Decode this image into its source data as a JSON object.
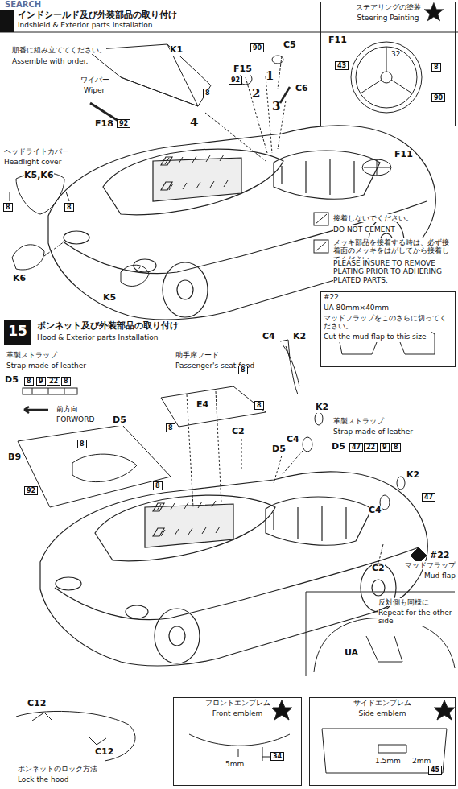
{
  "diagram": {
    "nodes": [
      {
        "text": [
          "ステアリングの塗装",
          "Steering Painting"
        ]
      },
      {
        "text": [
          "#22",
          "UA 80mm×40mm",
          "マッドフラップをこのさらに切ってください。",
          "Cut the mud flap to this size"
        ]
      },
      {
        "text": [
          "15"
        ]
      },
      {
        "text": [
          "フロントエンブレム",
          "Front emblem"
        ]
      },
      {
        "text": [
          "サイドエンブレム",
          "Side emblem"
        ]
      }
    ],
    "labels": [
      "インドシールド及び外装部品の取り付け",
      "indshield & Exterior parts Installation",
      "SEARCH",
      "順番に組み立ててください。",
      "Assemble with order.",
      "K1",
      "ワイパー",
      "Wiper",
      "8",
      "F18",
      "92",
      "4",
      "90",
      "C5",
      "F15",
      "92",
      "1",
      "2",
      "C6",
      "3",
      "F11",
      "32",
      "43",
      "8",
      "90",
      "F11",
      "ヘッドライトカバー",
      "Headlight cover",
      "K5,K6",
      "8",
      "8",
      "K6",
      "K5",
      "接着しないでください。",
      "DO NOT CEMENT",
      "メッキ部品を接着する時は、必ず接着面のメッキをはがしてから接着してください。",
      "PLEASE INSURE TO REMOVE PLATING PRIOR TO ADHERING PLATED PARTS.",
      "ボンネット及び外装部品の取り付け",
      "Hood & Exterior parts Installation",
      "C4",
      "K2",
      "革製ストラップ",
      "Strap made of leather",
      "D5",
      "8",
      "9",
      "22",
      "8",
      "前方向",
      "FORWORD",
      "助手席フード",
      "Passenger's seat food",
      "8",
      "E4",
      "8",
      "8",
      "D5",
      "8",
      "8",
      "B9",
      "92",
      "C2",
      "D5",
      "K2",
      "C4",
      "革製ストラップ",
      "Strap made of leather",
      "D5",
      "47",
      "22",
      "9",
      "8",
      "K2",
      "C4",
      "47",
      "C2",
      "#22",
      "マッドフラップ",
      "Mud flap",
      "反対側も同様に",
      "Repeat for the other side",
      "UA",
      "C12",
      "C12",
      "ボンネットのロック方法",
      "Lock the hood",
      "5mm",
      "34",
      "1.5mm",
      "2mm",
      "45"
    ]
  }
}
